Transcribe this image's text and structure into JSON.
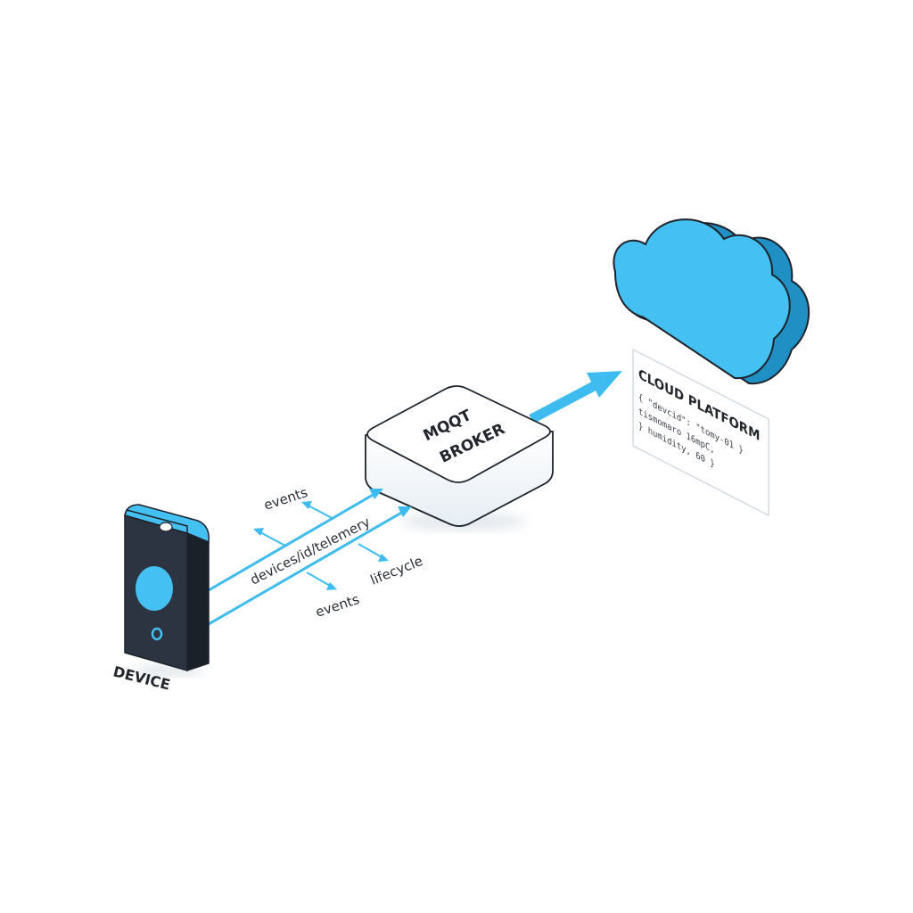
{
  "colors": {
    "accent": "#3fbcef",
    "accent_dark": "#1f8fc4",
    "device_body": "#2b3440",
    "outline": "#1d232b"
  },
  "device": {
    "label": "DEVICE"
  },
  "broker": {
    "line1": "MQQT",
    "line2": "BROKER"
  },
  "topics": {
    "events_top": "events",
    "telemetry": "devices/id/telemery",
    "events_bottom": "events",
    "lifecycle": "lifecycle"
  },
  "cloud": {
    "title": "CLOUD PLATFORM",
    "payload_line1": "{ \"devcid\": \"tomy-01  }",
    "payload_line2": "  tismomaro  16mpC,",
    "payload_line3": "} humidity, 60 }"
  }
}
